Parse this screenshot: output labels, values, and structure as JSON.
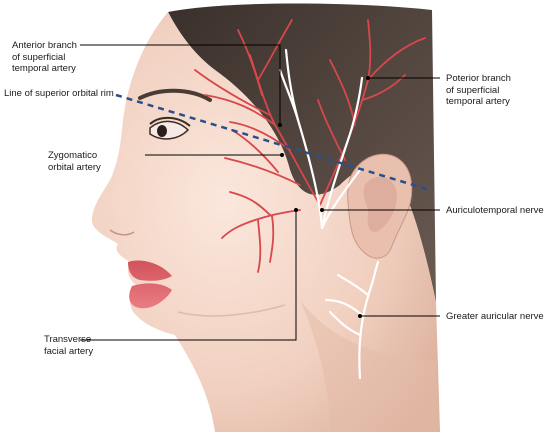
{
  "figure": {
    "labels": {
      "anterior_branch": [
        "Anterior branch",
        "of superficial",
        "temporal artery"
      ],
      "superior_orbital_rim": [
        "Line of superior orbital rim"
      ],
      "zygomatico_orbital": [
        "Zygomatico",
        "orbital artery"
      ],
      "transverse_facial": [
        "Transverse",
        "facial artery"
      ],
      "posterior_branch": [
        "Poterior branch",
        "of superficial",
        "temporal artery"
      ],
      "auriculotemporal": [
        "Auriculotemporal nerve"
      ],
      "greater_auricular": [
        "Greater auricular nerve"
      ]
    }
  }
}
